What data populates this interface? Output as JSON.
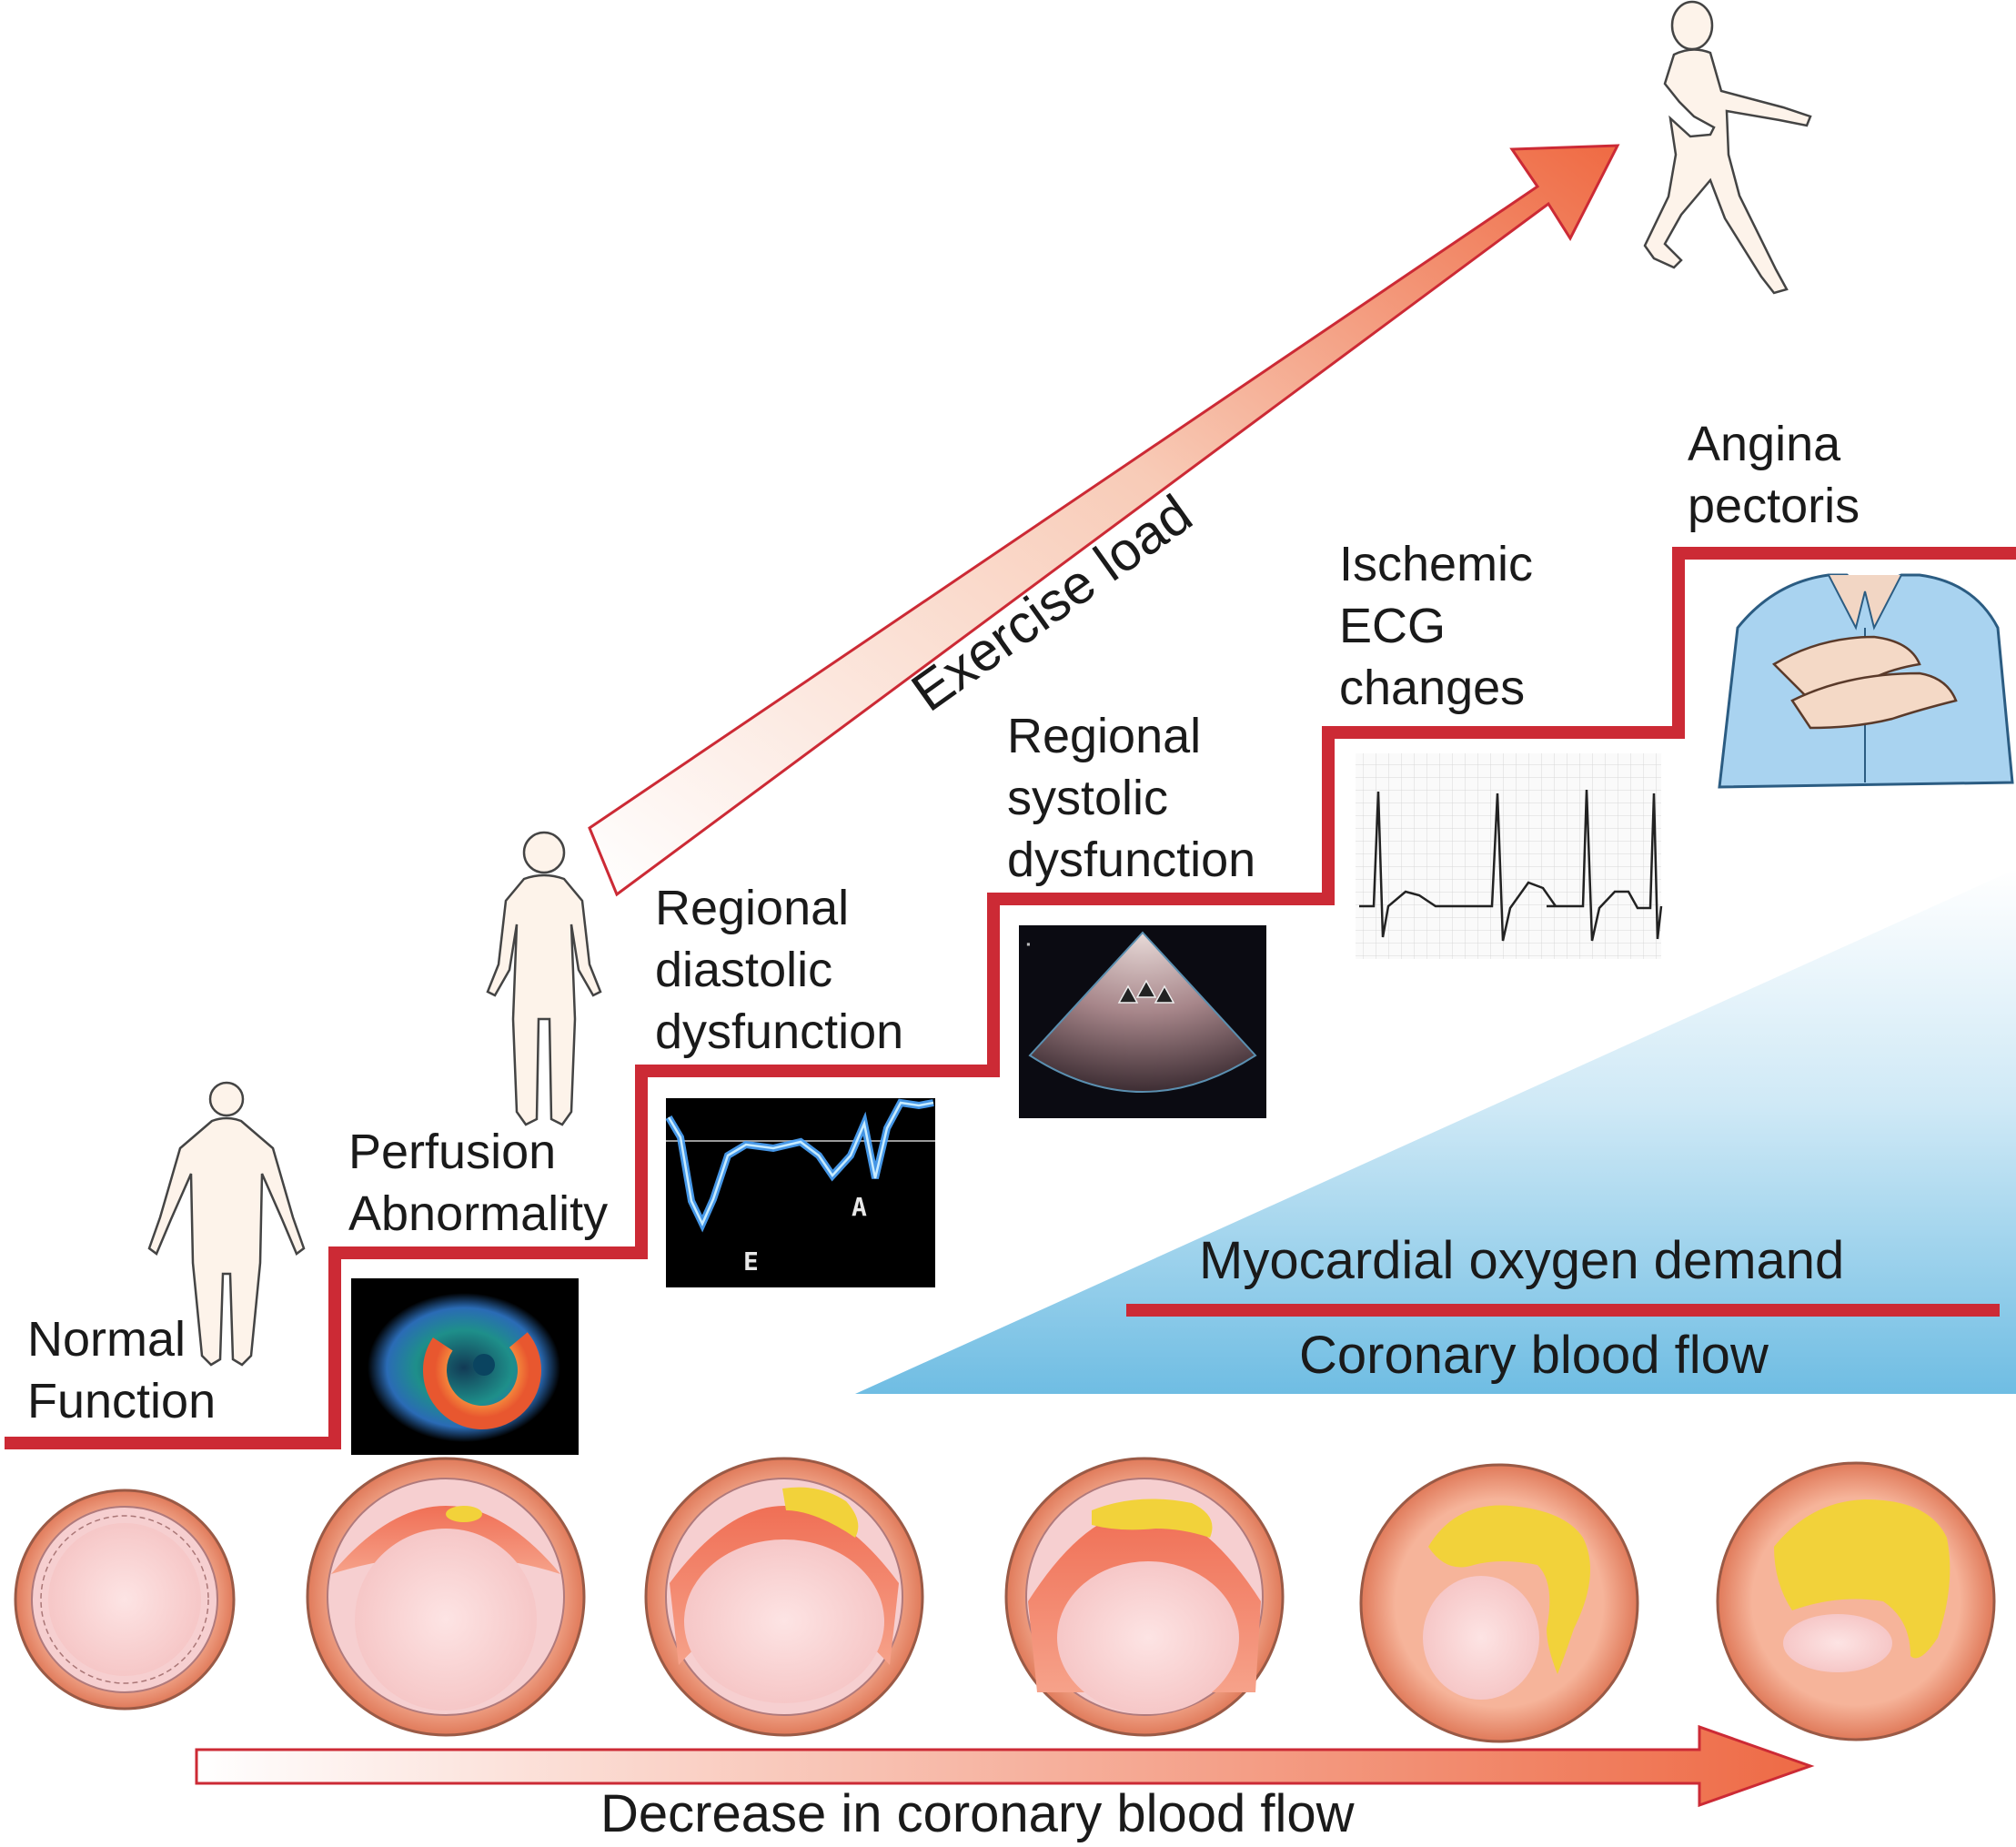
{
  "labels": {
    "normal": [
      "Normal",
      "Function"
    ],
    "perfusion": [
      "Perfusion",
      "Abnormality"
    ],
    "diastolic": [
      "Regional",
      "diastolic",
      "dysfunction"
    ],
    "systolic": [
      "Regional",
      "systolic",
      "dysfunction"
    ],
    "ecg": [
      "Ischemic",
      "ECG",
      "changes"
    ],
    "angina": [
      "Angina",
      "pectoris"
    ]
  },
  "exercise_label": "Exercise load",
  "demand_label": "Myocardial oxygen demand",
  "flow_label": "Coronary blood flow",
  "decrease_label": "Decrease in coronary blood flow",
  "doppler_letters": {
    "e": "E",
    "a": "A"
  },
  "colors": {
    "staircase": "#cc2a35",
    "arrow_fill_tip": "#f07a52",
    "wedge_blue": "#7cc4e6",
    "vessel_outer": "#ec8a6a",
    "plaque": "#f2d23a"
  }
}
